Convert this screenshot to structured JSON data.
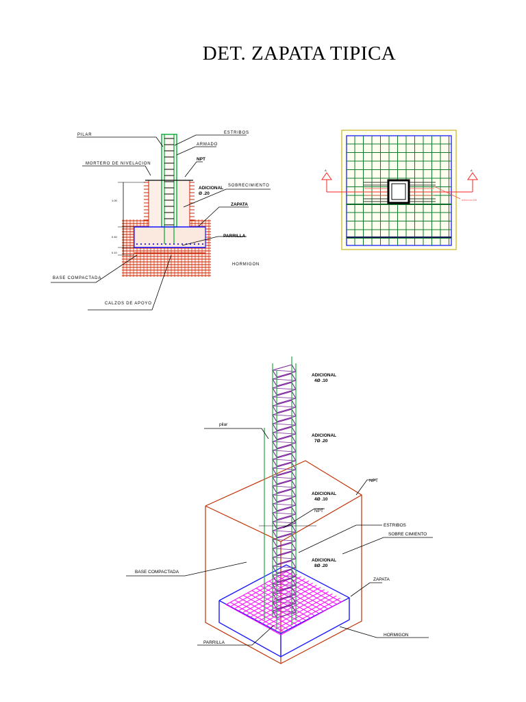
{
  "title": "DET. ZAPATA TIPICA",
  "section": {
    "labels": {
      "pilar": "PILAR",
      "estribos": "ESTRIBOS",
      "armado": "ARMADO",
      "mortero": "MORTERO DE NIVELACION",
      "npt": "NPT",
      "sobrecimiento": "SOBRECIMIENTO",
      "adicional": "ADICIONAL",
      "adicional_spacing": "Ø .20",
      "zapata": "ZAPATA",
      "parrilla": "PARRILLA",
      "hormigon": "HORMIGON",
      "base": "BASE COMPACTADA",
      "calzos": "CALZOS DE APOYO"
    },
    "dims": [
      "1.00",
      "0.40",
      "0.10"
    ]
  },
  "plan": {
    "marker_a": "A",
    "marker_b": "A",
    "note": "adicional Ø8"
  },
  "iso": {
    "adicional_1": [
      "ADICIONAL",
      "4Ø .10"
    ],
    "adicional_2": [
      "ADICIONAL",
      "7Ø .20"
    ],
    "adicional_3": [
      "ADICIONAL",
      "4Ø .10"
    ],
    "adicional_4": [
      "ADICIONAL",
      "8Ø .20"
    ],
    "npt_top": "NPT",
    "npt_mid": "NPT",
    "pilar": "pilar",
    "estribos": "ESTRIBOS",
    "sobre_cimiento": "SOBRE CIMIENTO",
    "base": "BASE COMPACTADA",
    "zapata": "ZAPATA",
    "parrilla": "PARRILLA",
    "hormigon": "HORMIGON"
  },
  "colors": {
    "rebar_red": "#cc2200",
    "green": "#00aa33",
    "blue": "#1a1aff",
    "magenta": "#ff00ff",
    "purple": "#7a1f9a",
    "box_red": "#c03000",
    "plan_bg": "#fffff0",
    "plan_frame": "#d4c24a"
  }
}
